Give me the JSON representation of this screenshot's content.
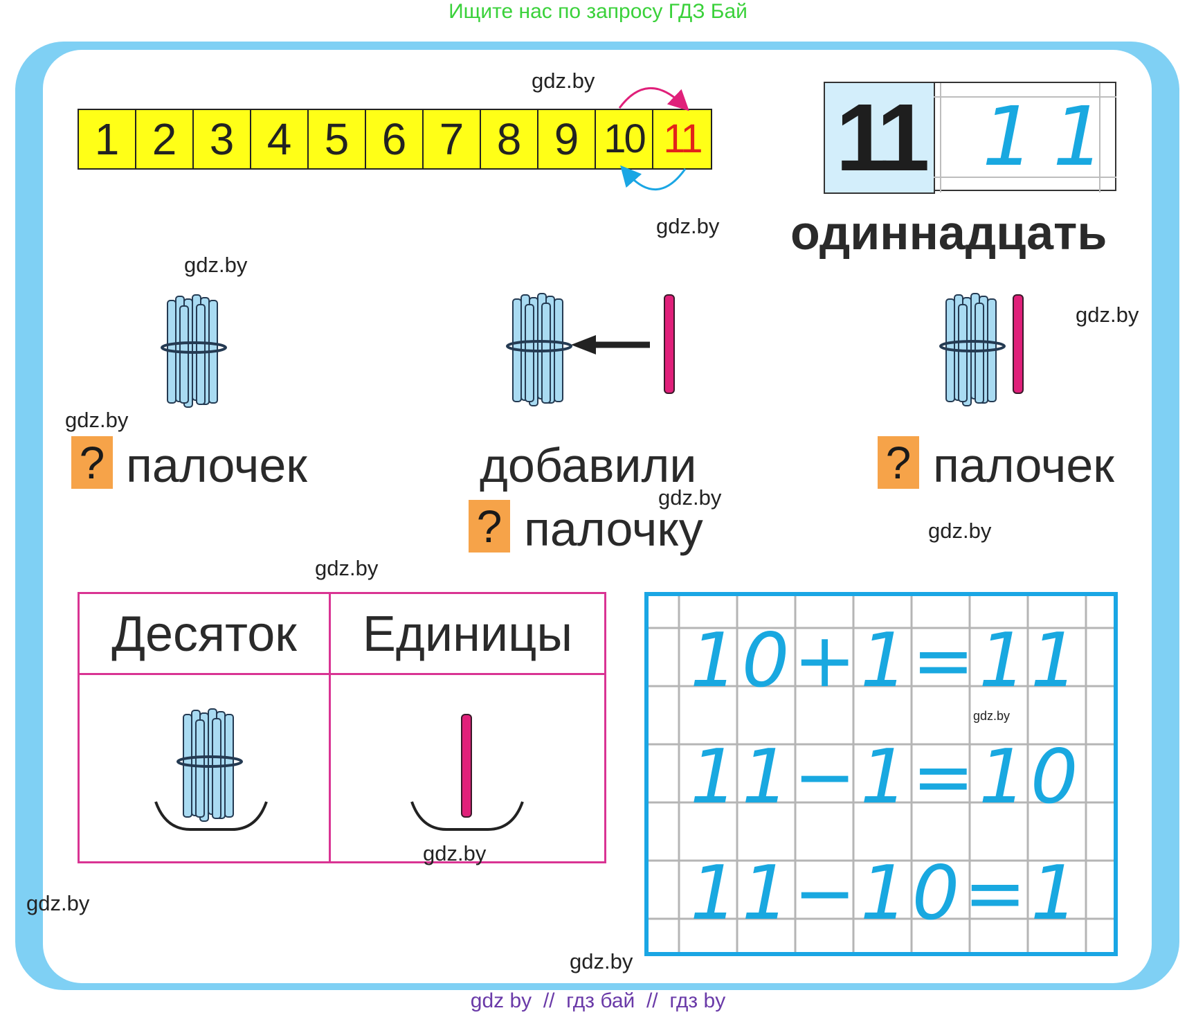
{
  "header": {
    "text": "Ищите нас по запросу ГДЗ Бай"
  },
  "number_line": {
    "cells": [
      "1",
      "2",
      "3",
      "4",
      "5",
      "6",
      "7",
      "8",
      "9",
      "10",
      "11"
    ],
    "highlight_color": "#e2231a",
    "fill_color": "#ffff17"
  },
  "number_card": {
    "numeral": "11",
    "copy_digits": [
      "1",
      "1"
    ],
    "word": "одиннадцать"
  },
  "groups": {
    "left_question": "?",
    "left_label": "палочек",
    "middle_label": "добавили",
    "middle_question": "?",
    "middle_label2": "палочку",
    "right_question": "?",
    "right_label": "палочек"
  },
  "place_value_table": {
    "tens_header": "Десяток",
    "units_header": "Единицы"
  },
  "equations": [
    {
      "text": "10+1=11"
    },
    {
      "text": "11−1=10"
    },
    {
      "text": "11−10=1"
    }
  ],
  "watermarks": [
    "gdz.by",
    "gdz.by",
    "gdz.by",
    "gdz.by",
    "gdz.by",
    "gdz.by",
    "gdz.by",
    "gdz.by",
    "gdz.by",
    "gdz.by",
    "gdz.by",
    "gdz.by"
  ],
  "footer": {
    "text": "gdz by  //  гдз бай  //  гдз by"
  },
  "colors": {
    "frame": "#7fd0f4",
    "table_border": "#d93493",
    "grid_border": "#1aa6e4",
    "question_box": "#f6a349",
    "header_green": "#3ad13a"
  }
}
